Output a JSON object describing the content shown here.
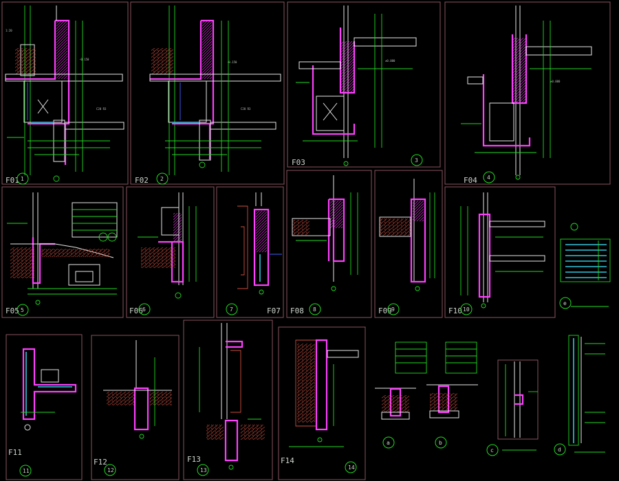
{
  "drawing": {
    "palette": {
      "background": "#000000",
      "frame": "#8a5560",
      "membrane": "#ff40ff",
      "dimension": "#22dd22",
      "structure": "#e8e8e8",
      "earth": "#d05040",
      "cyan": "#30c8e0",
      "blue": "#4060ff"
    },
    "details": [
      {
        "code": "F01",
        "num": "1"
      },
      {
        "code": "F02",
        "num": "2"
      },
      {
        "code": "F03",
        "num": "3"
      },
      {
        "code": "F04",
        "num": "4"
      },
      {
        "code": "F05",
        "num": "5"
      },
      {
        "code": "F06",
        "num": "6"
      },
      {
        "code": "F07",
        "num": "7"
      },
      {
        "code": "F08",
        "num": "8"
      },
      {
        "code": "F09",
        "num": "9"
      },
      {
        "code": "F10",
        "num": "10"
      },
      {
        "code": "F11",
        "num": "11"
      },
      {
        "code": "F12",
        "num": "12"
      },
      {
        "code": "F13",
        "num": "13"
      },
      {
        "code": "F14",
        "num": "14"
      },
      {
        "code": "",
        "num": "a"
      },
      {
        "code": "",
        "num": "b"
      },
      {
        "code": "",
        "num": "c"
      },
      {
        "code": "",
        "num": "d"
      },
      {
        "code": "",
        "num": "e"
      }
    ]
  }
}
